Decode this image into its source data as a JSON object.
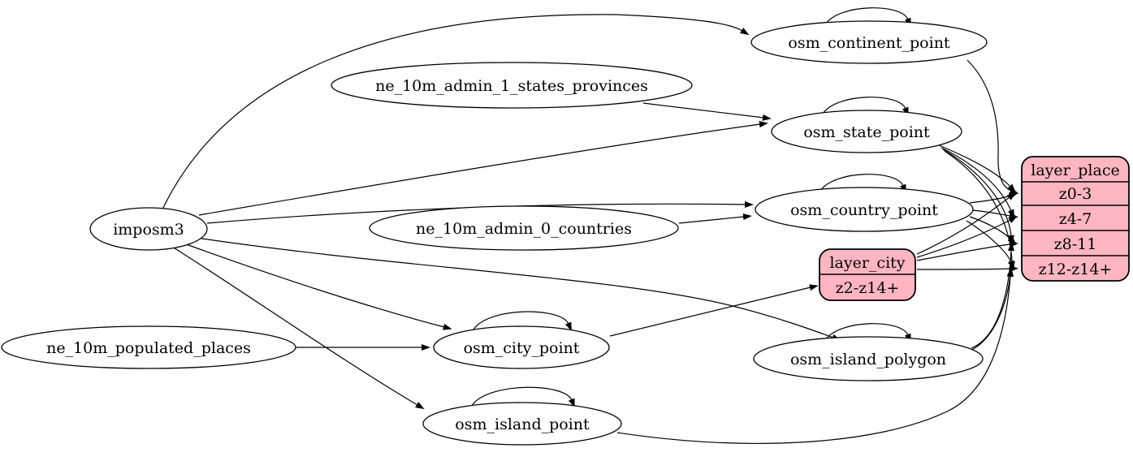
{
  "diagram": {
    "kind": "etl-graph",
    "colors": {
      "background": "#ffffff",
      "node_fill": "#ffffff",
      "record_fill": "#ffb6c1",
      "stroke": "#000000"
    },
    "nodes": {
      "imposm3": {
        "label": "imposm3"
      },
      "ne_10m_admin_1_states_provinces": {
        "label": "ne_10m_admin_1_states_provinces"
      },
      "ne_10m_admin_0_countries": {
        "label": "ne_10m_admin_0_countries"
      },
      "ne_10m_populated_places": {
        "label": "ne_10m_populated_places"
      },
      "osm_continent_point": {
        "label": "osm_continent_point"
      },
      "osm_state_point": {
        "label": "osm_state_point"
      },
      "osm_country_point": {
        "label": "osm_country_point"
      },
      "osm_city_point": {
        "label": "osm_city_point"
      },
      "osm_island_polygon": {
        "label": "osm_island_polygon"
      },
      "osm_island_point": {
        "label": "osm_island_point"
      }
    },
    "records": {
      "layer_city": {
        "title": "layer_city",
        "rows": [
          "z2-z14+"
        ]
      },
      "layer_place": {
        "title": "layer_place",
        "rows": [
          "z0-3",
          "z4-7",
          "z8-11",
          "z12-z14+"
        ]
      }
    },
    "edges": [
      {
        "from": "imposm3",
        "to": "osm_continent_point"
      },
      {
        "from": "imposm3",
        "to": "osm_state_point"
      },
      {
        "from": "imposm3",
        "to": "osm_country_point"
      },
      {
        "from": "imposm3",
        "to": "osm_city_point"
      },
      {
        "from": "imposm3",
        "to": "osm_island_polygon"
      },
      {
        "from": "imposm3",
        "to": "osm_island_point"
      },
      {
        "from": "ne_10m_admin_1_states_provinces",
        "to": "osm_state_point"
      },
      {
        "from": "ne_10m_admin_0_countries",
        "to": "osm_country_point"
      },
      {
        "from": "ne_10m_populated_places",
        "to": "osm_city_point"
      },
      {
        "from": "osm_continent_point",
        "to": "osm_continent_point"
      },
      {
        "from": "osm_state_point",
        "to": "osm_state_point"
      },
      {
        "from": "osm_country_point",
        "to": "osm_country_point"
      },
      {
        "from": "osm_city_point",
        "to": "osm_city_point"
      },
      {
        "from": "osm_island_polygon",
        "to": "osm_island_polygon"
      },
      {
        "from": "osm_island_point",
        "to": "osm_island_point"
      },
      {
        "from": "osm_continent_point",
        "to": "layer_place",
        "to_port": "z0-3"
      },
      {
        "from": "osm_state_point",
        "to": "layer_place",
        "to_port": "z0-3"
      },
      {
        "from": "osm_state_point",
        "to": "layer_place",
        "to_port": "z4-7"
      },
      {
        "from": "osm_state_point",
        "to": "layer_place",
        "to_port": "z8-11"
      },
      {
        "from": "osm_state_point",
        "to": "layer_place",
        "to_port": "z12-z14+"
      },
      {
        "from": "osm_country_point",
        "to": "layer_place",
        "to_port": "z0-3"
      },
      {
        "from": "osm_country_point",
        "to": "layer_place",
        "to_port": "z4-7"
      },
      {
        "from": "osm_country_point",
        "to": "layer_place",
        "to_port": "z8-11"
      },
      {
        "from": "osm_country_point",
        "to": "layer_place",
        "to_port": "z12-z14+"
      },
      {
        "from": "osm_city_point",
        "to": "layer_city",
        "to_port": "z2-z14+"
      },
      {
        "from": "layer_city",
        "to": "layer_place",
        "to_port": "z0-3"
      },
      {
        "from": "layer_city",
        "to": "layer_place",
        "to_port": "z4-7"
      },
      {
        "from": "layer_city",
        "to": "layer_place",
        "to_port": "z8-11"
      },
      {
        "from": "layer_city",
        "to": "layer_place",
        "to_port": "z12-z14+"
      },
      {
        "from": "osm_island_polygon",
        "to": "layer_place",
        "to_port": "z8-11"
      },
      {
        "from": "osm_island_polygon",
        "to": "layer_place",
        "to_port": "z12-z14+"
      },
      {
        "from": "osm_island_point",
        "to": "layer_place",
        "to_port": "z12-z14+"
      }
    ]
  }
}
